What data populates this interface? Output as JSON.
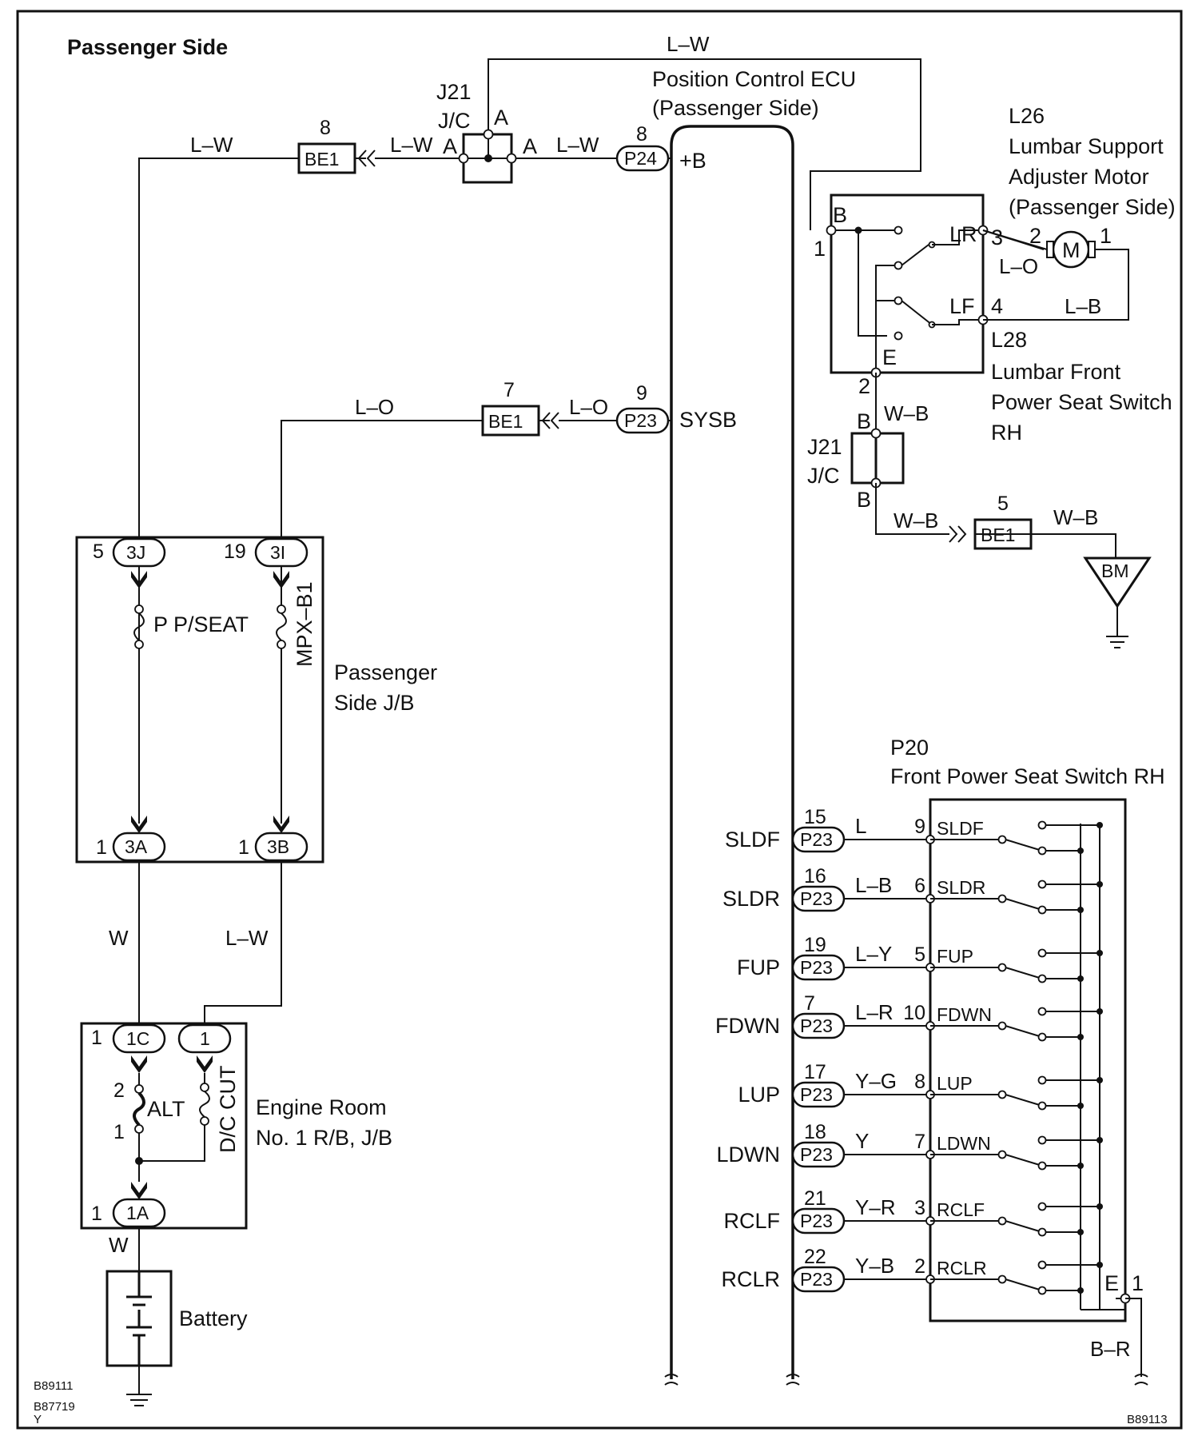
{
  "title": "Passenger Side",
  "ecu": {
    "line1": "Position Control ECU",
    "line2": "(Passenger Side)",
    "pin_b": "+B",
    "pin_sysb": "SYSB"
  },
  "jc_top": {
    "line1": "J21",
    "line2": "J/C",
    "pin_a": "A"
  },
  "jc_bottom": {
    "line1": "J21",
    "line2": "J/C",
    "pin_b": "B"
  },
  "l26": {
    "code": "L26",
    "line1": "Lumbar Support",
    "line2": "Adjuster Motor",
    "line3": "(Passenger Side)",
    "motor": "M",
    "pin2": "2",
    "pin1": "1"
  },
  "l28": {
    "code": "L28",
    "line1": "Lumbar Front",
    "line2": "Power Seat Switch",
    "line3": "RH",
    "pin_b": "B",
    "pin_1": "1",
    "pin_lr": "LR",
    "pin_3": "3",
    "pin_lf": "LF",
    "pin_4": "4",
    "pin_e": "E",
    "pin_2": "2"
  },
  "connectors": {
    "be1": "BE1",
    "p24": "P24",
    "p23": "P23",
    "bm": "BM",
    "n8": "8",
    "n7": "7",
    "n9": "9",
    "n5": "5"
  },
  "wires": {
    "lw": "L–W",
    "lo": "L–O",
    "lb": "L–B",
    "wb": "W–B",
    "w": "W",
    "br": "B–R"
  },
  "jb": {
    "name1": "Passenger",
    "name2": "Side J/B",
    "c3j": "3J",
    "c3i": "3I",
    "c3a": "3A",
    "c3b": "3B",
    "n5": "5",
    "n19": "19",
    "n1": "1",
    "fuse1": "P P/SEAT",
    "fuse2": "MPX–B1"
  },
  "engine_rb": {
    "name1": "Engine  Room",
    "name2": "No. 1 R/B, J/B",
    "c1c": "1C",
    "c1": "1",
    "c1a": "1A",
    "n1": "1",
    "n2": "2",
    "fuse_alt": "ALT",
    "fuse_dc": "D/C CUT"
  },
  "battery": "Battery",
  "p20": {
    "code": "P20",
    "name": "Front Power Seat Switch RH",
    "pin_e": "E",
    "pin_1": "1",
    "rows": [
      {
        "signal": "SLDF",
        "ecu_pin": "15",
        "wire": "L",
        "pin": "9",
        "label": "SLDF"
      },
      {
        "signal": "SLDR",
        "ecu_pin": "16",
        "wire": "L–B",
        "pin": "6",
        "label": "SLDR"
      },
      {
        "signal": "FUP",
        "ecu_pin": "19",
        "wire": "L–Y",
        "pin": "5",
        "label": "FUP"
      },
      {
        "signal": "FDWN",
        "ecu_pin": "7",
        "wire": "L–R",
        "pin": "10",
        "label": "FDWN"
      },
      {
        "signal": "LUP",
        "ecu_pin": "17",
        "wire": "Y–G",
        "pin": "8",
        "label": "LUP"
      },
      {
        "signal": "LDWN",
        "ecu_pin": "18",
        "wire": "Y",
        "pin": "7",
        "label": "LDWN"
      },
      {
        "signal": "RCLF",
        "ecu_pin": "21",
        "wire": "Y–R",
        "pin": "3",
        "label": "RCLF"
      },
      {
        "signal": "RCLR",
        "ecu_pin": "22",
        "wire": "Y–B",
        "pin": "2",
        "label": "RCLR"
      }
    ]
  },
  "codes": {
    "bl1": "B89111",
    "bl2": "B87719",
    "bl3": "Y",
    "br": "B89113"
  }
}
